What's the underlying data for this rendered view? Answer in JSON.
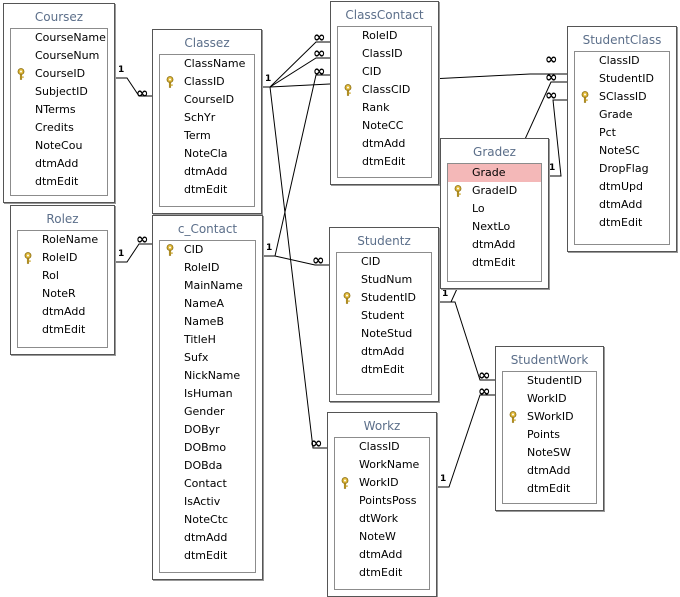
{
  "tables": [
    {
      "id": "coursez",
      "title": "Coursez",
      "fields": [
        {
          "name": "CourseName",
          "key": false
        },
        {
          "name": "CourseNum",
          "key": false
        },
        {
          "name": "CourseID",
          "key": true
        },
        {
          "name": "SubjectID",
          "key": false
        },
        {
          "name": "NTerms",
          "key": false
        },
        {
          "name": "Credits",
          "key": false
        },
        {
          "name": "NoteCou",
          "key": false
        },
        {
          "name": "dtmAdd",
          "key": false
        },
        {
          "name": "dtmEdit",
          "key": false
        }
      ]
    },
    {
      "id": "classez",
      "title": "Classez",
      "fields": [
        {
          "name": "ClassName",
          "key": false
        },
        {
          "name": "ClassID",
          "key": true
        },
        {
          "name": "CourseID",
          "key": false
        },
        {
          "name": "SchYr",
          "key": false
        },
        {
          "name": "Term",
          "key": false
        },
        {
          "name": "NoteCla",
          "key": false
        },
        {
          "name": "dtmAdd",
          "key": false
        },
        {
          "name": "dtmEdit",
          "key": false
        }
      ]
    },
    {
      "id": "classcontact",
      "title": "ClassContact",
      "fields": [
        {
          "name": "RoleID",
          "key": false
        },
        {
          "name": "ClassID",
          "key": false
        },
        {
          "name": "CID",
          "key": false
        },
        {
          "name": "ClassCID",
          "key": true
        },
        {
          "name": "Rank",
          "key": false
        },
        {
          "name": "NoteCC",
          "key": false
        },
        {
          "name": "dtmAdd",
          "key": false
        },
        {
          "name": "dtmEdit",
          "key": false
        }
      ]
    },
    {
      "id": "studentclass",
      "title": "StudentClass",
      "fields": [
        {
          "name": "ClassID",
          "key": false
        },
        {
          "name": "StudentID",
          "key": false
        },
        {
          "name": "SClassID",
          "key": true
        },
        {
          "name": "Grade",
          "key": false
        },
        {
          "name": "Pct",
          "key": false
        },
        {
          "name": "NoteSC",
          "key": false
        },
        {
          "name": "DropFlag",
          "key": false
        },
        {
          "name": "dtmUpd",
          "key": false
        },
        {
          "name": "dtmAdd",
          "key": false
        },
        {
          "name": "dtmEdit",
          "key": false
        }
      ]
    },
    {
      "id": "gradez",
      "title": "Gradez",
      "fields": [
        {
          "name": "Grade",
          "key": false,
          "highlight": true
        },
        {
          "name": "GradeID",
          "key": true
        },
        {
          "name": "Lo",
          "key": false
        },
        {
          "name": "NextLo",
          "key": false
        },
        {
          "name": "dtmAdd",
          "key": false
        },
        {
          "name": "dtmEdit",
          "key": false
        }
      ]
    },
    {
      "id": "rolez",
      "title": "Rolez",
      "fields": [
        {
          "name": "RoleName",
          "key": false
        },
        {
          "name": "RoleID",
          "key": true
        },
        {
          "name": "Rol",
          "key": false
        },
        {
          "name": "NoteR",
          "key": false
        },
        {
          "name": "dtmAdd",
          "key": false
        },
        {
          "name": "dtmEdit",
          "key": false
        }
      ]
    },
    {
      "id": "c_contact",
      "title": "c_Contact",
      "fields": [
        {
          "name": "CID",
          "key": true
        },
        {
          "name": "RoleID",
          "key": false
        },
        {
          "name": "MainName",
          "key": false
        },
        {
          "name": "NameA",
          "key": false
        },
        {
          "name": "NameB",
          "key": false
        },
        {
          "name": "TitleH",
          "key": false
        },
        {
          "name": "Sufx",
          "key": false
        },
        {
          "name": "NickName",
          "key": false
        },
        {
          "name": "IsHuman",
          "key": false
        },
        {
          "name": "Gender",
          "key": false
        },
        {
          "name": "DOByr",
          "key": false
        },
        {
          "name": "DOBmo",
          "key": false
        },
        {
          "name": "DOBda",
          "key": false
        },
        {
          "name": "Contact",
          "key": false
        },
        {
          "name": "IsActiv",
          "key": false
        },
        {
          "name": "NoteCtc",
          "key": false
        },
        {
          "name": "dtmAdd",
          "key": false
        },
        {
          "name": "dtmEdit",
          "key": false
        }
      ]
    },
    {
      "id": "studentz",
      "title": "Studentz",
      "fields": [
        {
          "name": "CID",
          "key": false
        },
        {
          "name": "StudNum",
          "key": false
        },
        {
          "name": "StudentID",
          "key": true
        },
        {
          "name": "Student",
          "key": false
        },
        {
          "name": "NoteStud",
          "key": false
        },
        {
          "name": "dtmAdd",
          "key": false
        },
        {
          "name": "dtmEdit",
          "key": false
        }
      ]
    },
    {
      "id": "studentwork",
      "title": "StudentWork",
      "fields": [
        {
          "name": "StudentID",
          "key": false
        },
        {
          "name": "WorkID",
          "key": false
        },
        {
          "name": "SWorkID",
          "key": true
        },
        {
          "name": "Points",
          "key": false
        },
        {
          "name": "NoteSW",
          "key": false
        },
        {
          "name": "dtmAdd",
          "key": false
        },
        {
          "name": "dtmEdit",
          "key": false
        }
      ]
    },
    {
      "id": "workz",
      "title": "Workz",
      "fields": [
        {
          "name": "ClassID",
          "key": false
        },
        {
          "name": "WorkName",
          "key": false
        },
        {
          "name": "WorkID",
          "key": true
        },
        {
          "name": "PointsPoss",
          "key": false
        },
        {
          "name": "dtWork",
          "key": false
        },
        {
          "name": "NoteW",
          "key": false
        },
        {
          "name": "dtmAdd",
          "key": false
        },
        {
          "name": "dtmEdit",
          "key": false
        }
      ]
    }
  ],
  "cardinality": {
    "one": "1",
    "many": "∞"
  },
  "icons": {
    "primary_key": "key-icon"
  },
  "colors": {
    "title_text": "#5c6f8a",
    "highlight": "#f4b8b8",
    "key_gold": "#c9a227"
  }
}
